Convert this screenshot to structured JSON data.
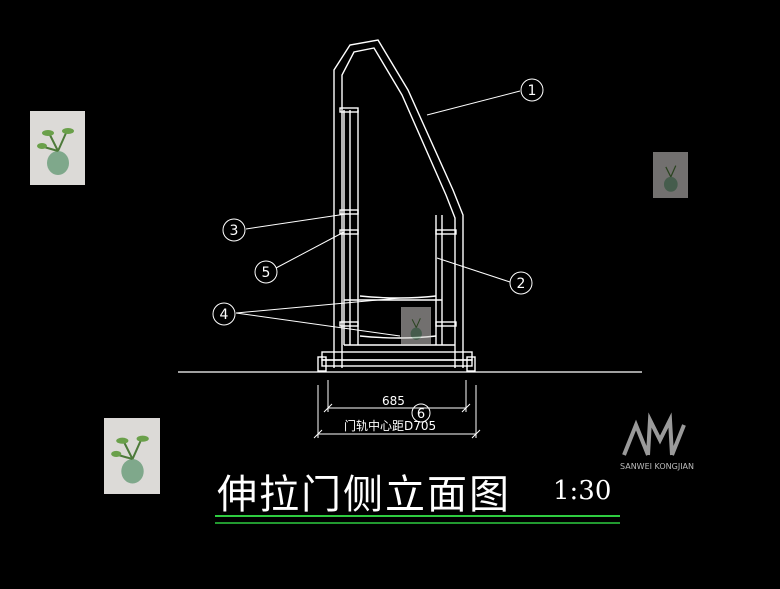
{
  "drawing": {
    "title": "伸拉门侧立面图",
    "scale": "1:30",
    "dimensions": {
      "width_label": "685",
      "note_label": "门轨中心距D705"
    },
    "callouts": [
      "1",
      "2",
      "3",
      "4",
      "5",
      "6"
    ]
  },
  "watermark": {
    "brand_text": "SANWEI KONGJIAN"
  },
  "colors": {
    "background": "#000000",
    "line": "#ffffff",
    "underline": "#2ecc40"
  }
}
